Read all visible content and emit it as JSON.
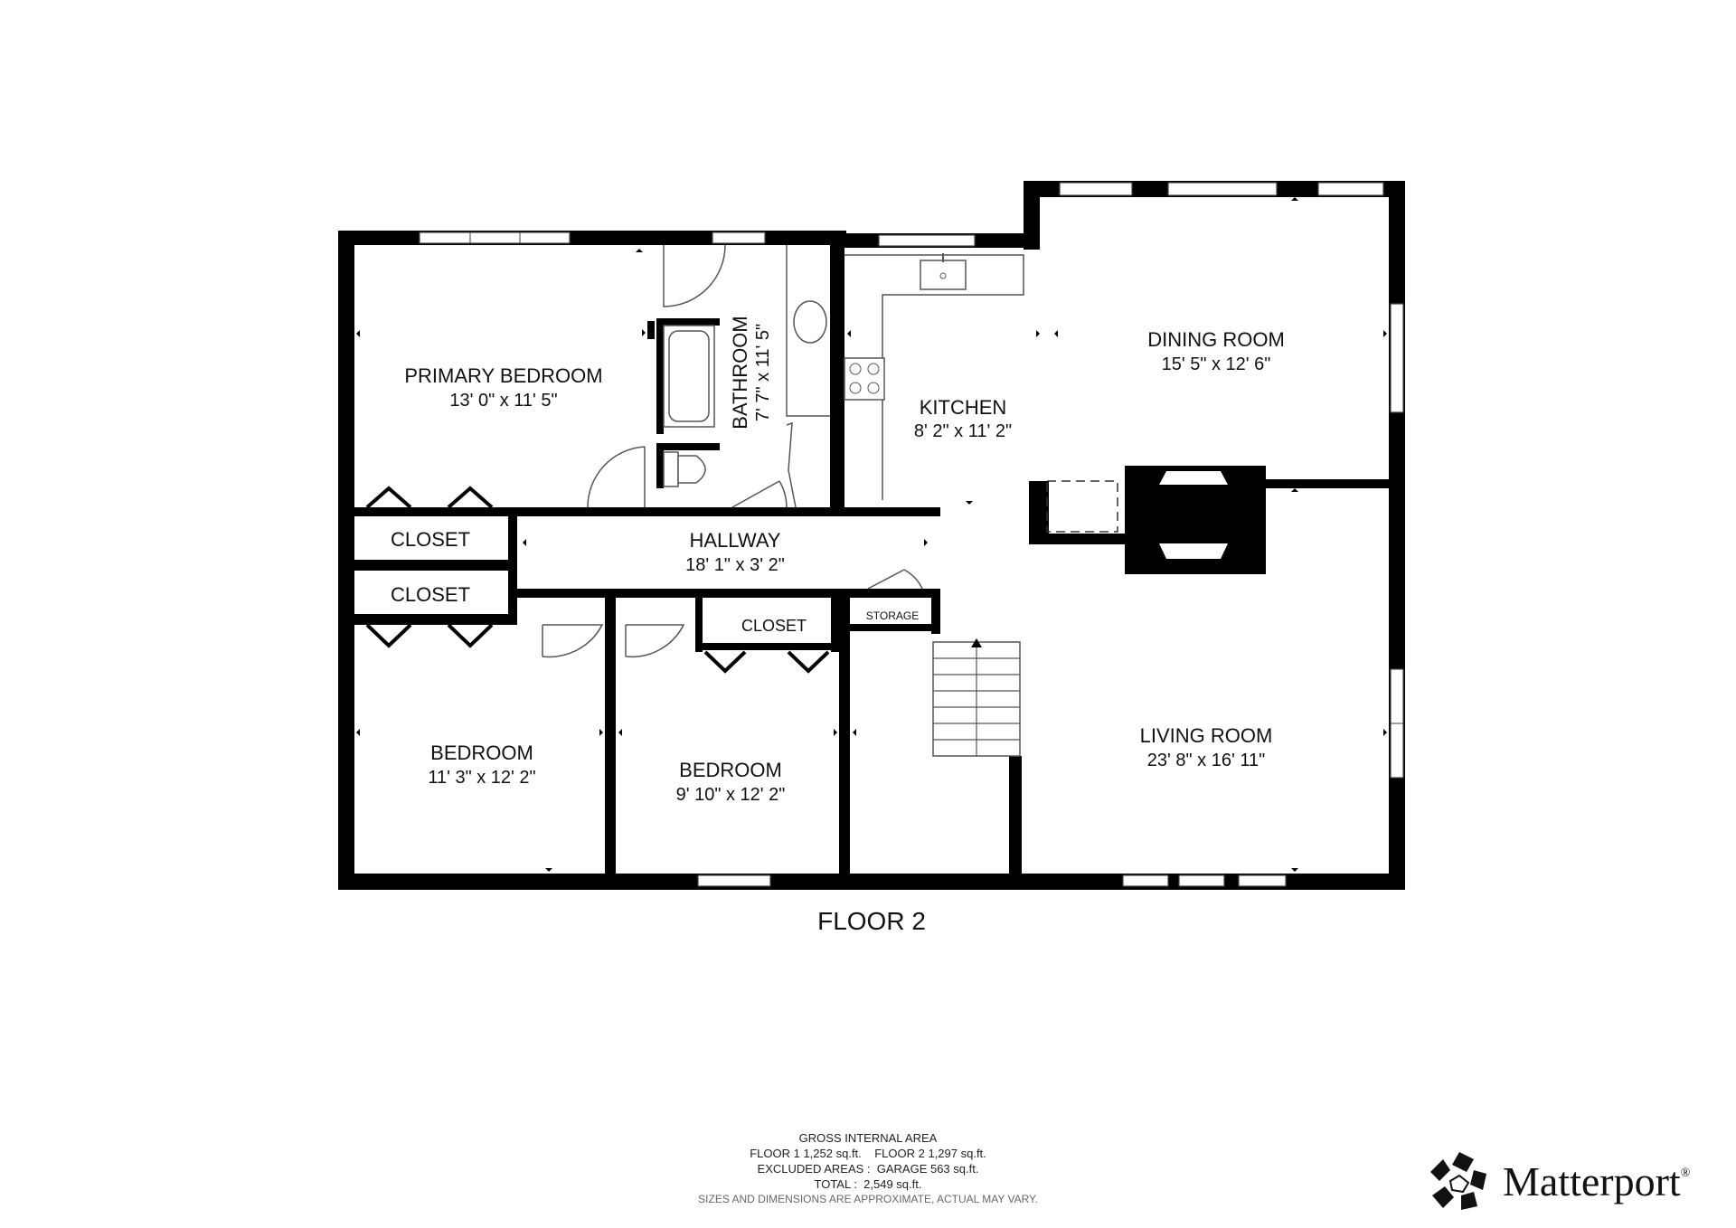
{
  "floor_label": "FLOOR 2",
  "rooms": {
    "primary_bedroom": {
      "name": "PRIMARY BEDROOM",
      "dim": "13' 0\" x 11' 5\""
    },
    "bathroom": {
      "name": "BATHROOM",
      "dim": "7' 7\" x 11' 5\""
    },
    "kitchen": {
      "name": "KITCHEN",
      "dim": "8' 2\" x 11' 2\""
    },
    "dining_room": {
      "name": "DINING ROOM",
      "dim": "15' 5\" x 12' 6\""
    },
    "hallway": {
      "name": "HALLWAY",
      "dim": "18' 1\" x 3' 2\""
    },
    "living_room": {
      "name": "LIVING ROOM",
      "dim": "23' 8\" x 16' 11\""
    },
    "bedroom_1": {
      "name": "BEDROOM",
      "dim": "11' 3\" x 12' 2\""
    },
    "bedroom_2": {
      "name": "BEDROOM",
      "dim": "9' 10\" x 12' 2\""
    },
    "closet_1": {
      "name": "CLOSET"
    },
    "closet_2": {
      "name": "CLOSET"
    },
    "closet_3": {
      "name": "CLOSET"
    },
    "storage": {
      "name": "STORAGE"
    }
  },
  "area_summary": {
    "title": "GROSS INTERNAL AREA",
    "line1": "FLOOR 1 1,252 sq.ft.    FLOOR 2 1,297 sq.ft.",
    "line2": "EXCLUDED AREAS :  GARAGE 563 sq.ft.",
    "line3": "TOTAL :  2,549 sq.ft.",
    "disclaimer": "SIZES AND DIMENSIONS ARE APPROXIMATE, ACTUAL MAY VARY."
  },
  "brand": {
    "name": "Matterport",
    "mark": "®",
    "logo_icon": "matterport-logo-icon"
  }
}
